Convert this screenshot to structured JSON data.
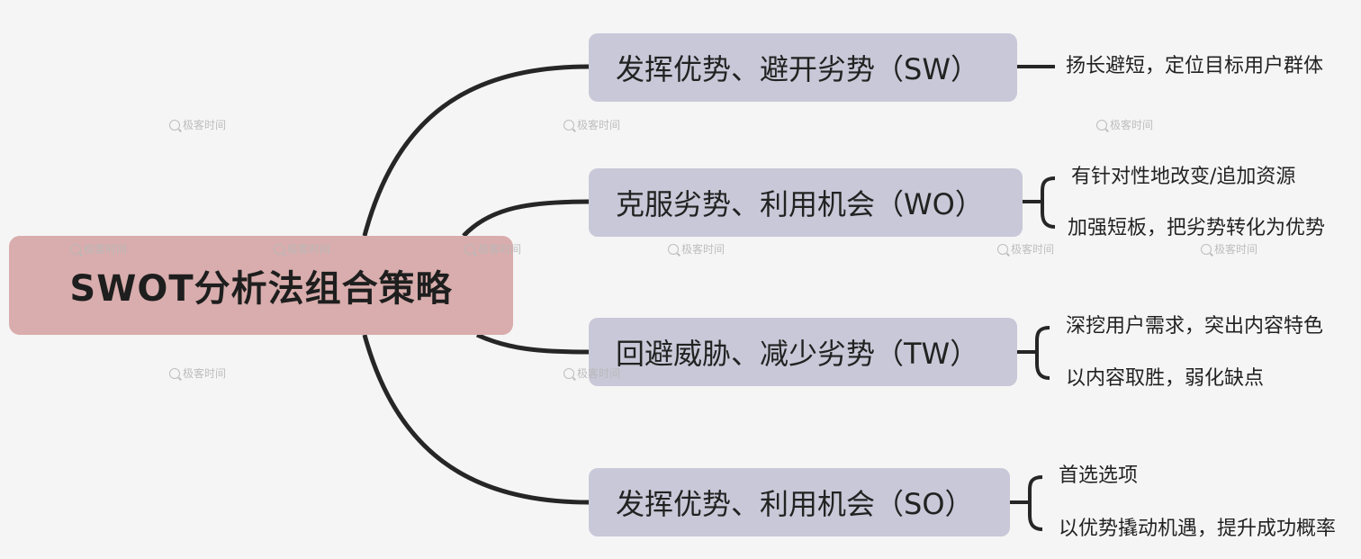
{
  "root": {
    "label": "SWOT分析法组合策略"
  },
  "branches": [
    {
      "label": "发挥优势、避开劣势（SW）",
      "leaves": [
        "扬长避短，定位目标用户群体"
      ]
    },
    {
      "label": "克服劣势、利用机会（WO）",
      "leaves": [
        "有针对性地改变/追加资源",
        "加强短板，把劣势转化为优势"
      ]
    },
    {
      "label": "回避威胁、减少劣势（TW）",
      "leaves": [
        "深挖用户需求，突出内容特色",
        "以内容取胜，弱化缺点"
      ]
    },
    {
      "label": "发挥优势、利用机会（SO）",
      "leaves": [
        "首选选项",
        "以优势撬动机遇，提升成功概率"
      ]
    }
  ],
  "watermark": {
    "text": "极客时间"
  },
  "colors": {
    "background": "#f6f5f6",
    "root_fill": "#d9adad",
    "branch_fill": "#c8c8d8",
    "connector": "#262626",
    "text": "#222222"
  }
}
